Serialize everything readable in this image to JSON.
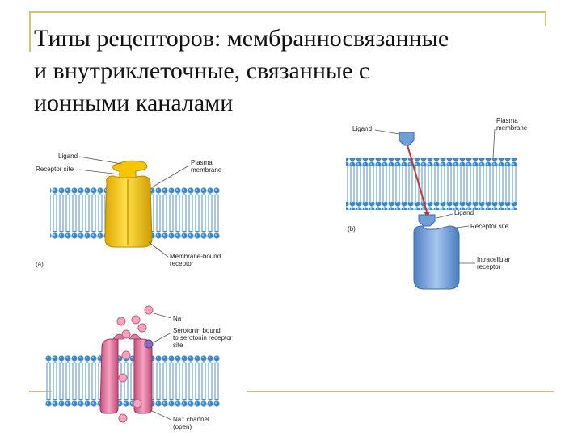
{
  "title": {
    "line1": "Типы рецепторов: мембранносвязанные",
    "line2": "и внутриклеточные, связанные с",
    "line3": "ионными каналами"
  },
  "panel_a": {
    "ligand": "Ligand",
    "receptor_site": "Receptor site",
    "plasma_membrane_1": "Plasma",
    "plasma_membrane_2": "membrane",
    "letter": "(a)",
    "membrane_bound_1": "Membrane-bound",
    "membrane_bound_2": "receptor"
  },
  "panel_b": {
    "ligand_top": "Ligand",
    "plasma_membrane_1": "Plasma",
    "plasma_membrane_2": "membrane",
    "letter": "(b)",
    "ligand_bottom": "Ligand",
    "receptor_site": "Receptor site",
    "intracellular_1": "Intracellular",
    "intracellular_2": "receptor"
  },
  "panel_c": {
    "na_top": "Na⁺",
    "serotonin_1": "Serotonin bound",
    "serotonin_2": "to serotonin receptor",
    "serotonin_3": "site",
    "na_channel_1": "Na⁺ channel",
    "na_channel_2": "(open)"
  },
  "colors": {
    "frame": "#d1c47a",
    "membrane_head": "#3f88c8",
    "membrane_tail": "#7fb3d9",
    "receptor_yellow": "#f2c200",
    "receptor_blue": "#6f9fd8",
    "channel_pink": "#e07aa0",
    "ion": "#f0a0b8"
  }
}
